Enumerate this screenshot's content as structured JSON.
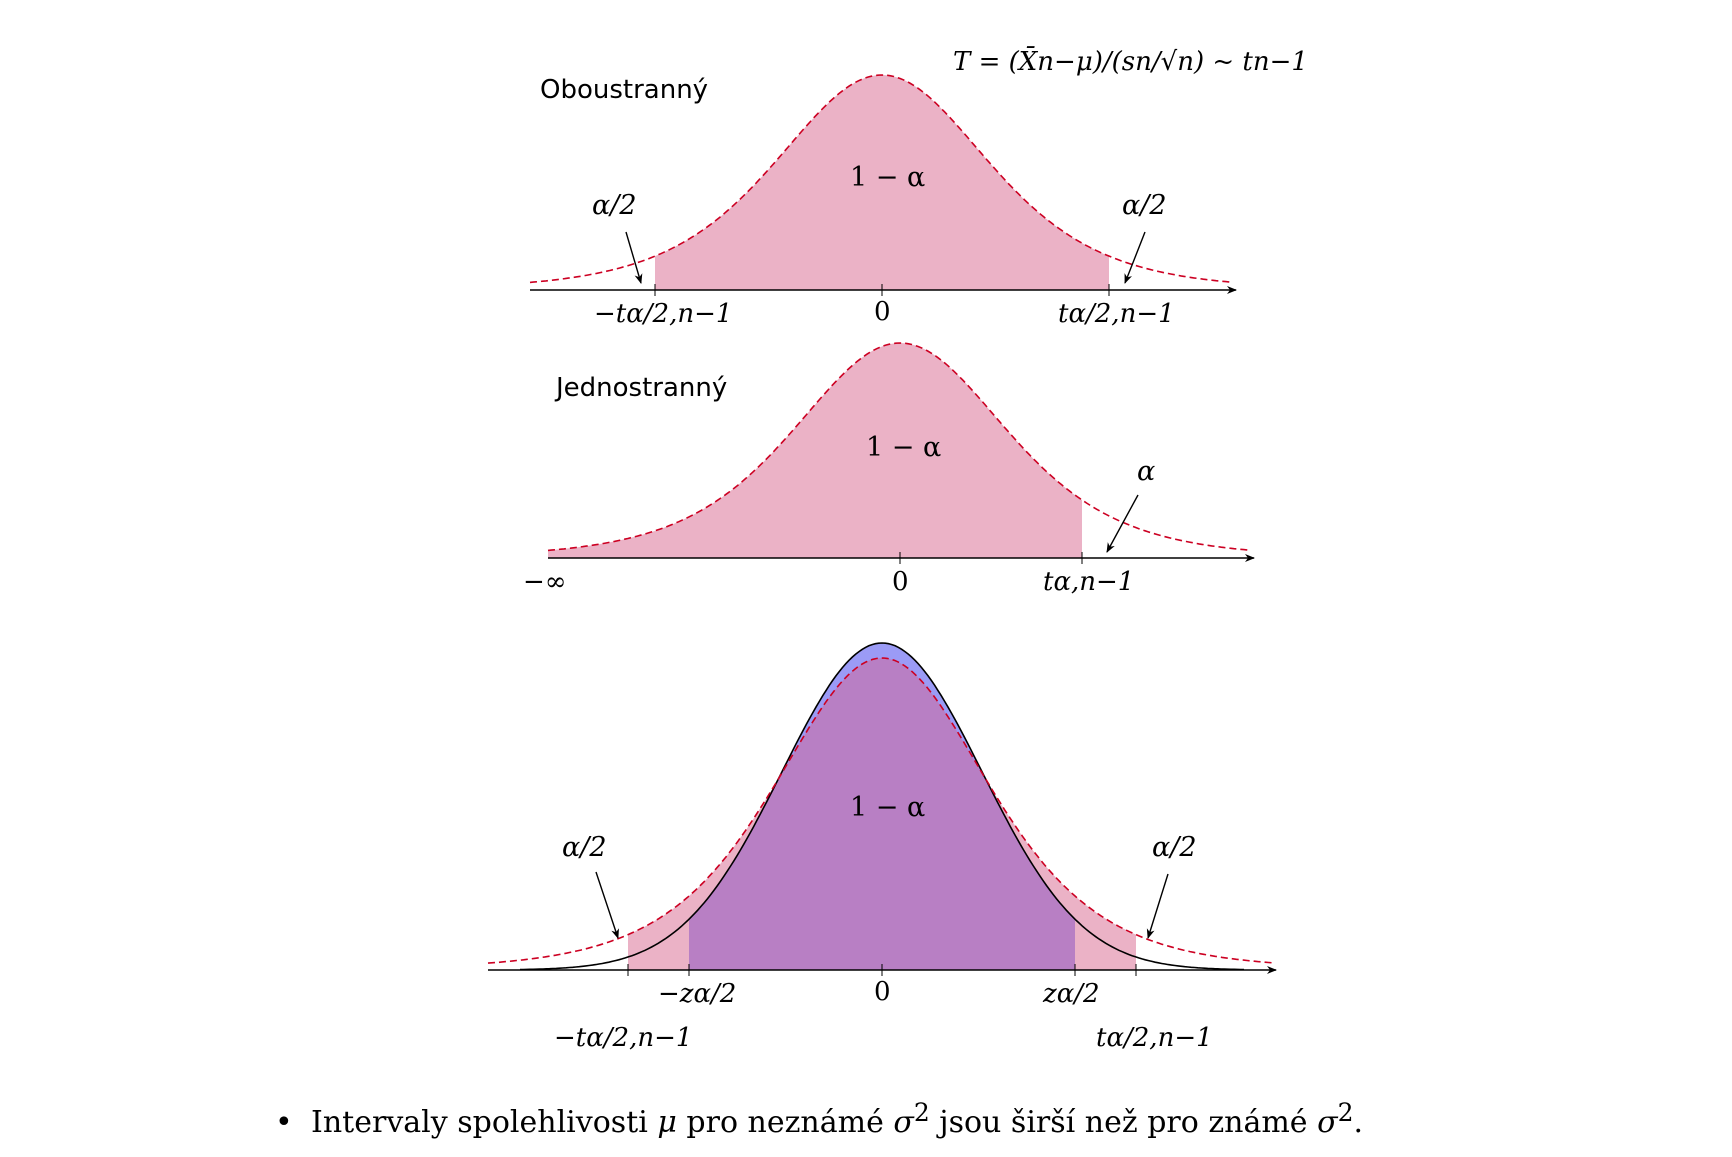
{
  "panel1": {
    "title": "Oboustranný",
    "center_label": "1 − α",
    "left_tail_label": "α/2",
    "right_tail_label": "α/2",
    "tick_left": "−tα/2,n−1",
    "tick_zero": "0",
    "tick_right": "tα/2,n−1",
    "statistic": "T = (X̄n−μ)/(sn/√n) ~ tn−1"
  },
  "panel2": {
    "title": "Jednostranný",
    "center_label": "1 − α",
    "tail_label": "α",
    "tick_left": "−∞",
    "tick_zero": "0",
    "tick_right": "tα,n−1"
  },
  "panel3": {
    "center_label": "1 − α",
    "left_tail_label": "α/2",
    "right_tail_label": "α/2",
    "tick_z_left": "−zα/2",
    "tick_zero": "0",
    "tick_z_right": "zα/2",
    "tick_t_left": "−tα/2,n−1",
    "tick_t_right": "tα/2,n−1"
  },
  "bullet": {
    "text_before_mu": "Intervaly spolehlivosti ",
    "mu": "μ",
    "text_mid1": " pro neznámé ",
    "sigma1": "σ",
    "sup1": "2",
    "text_mid2": " jsou širší než pro známé ",
    "sigma2": "σ",
    "sup2": "2",
    "text_end": "."
  },
  "colors": {
    "pink_fill": "#ebb2c6",
    "purple_fill": "#b87fc4",
    "blue_fill": "#9b9bf6",
    "dashed_red": "#cc0022",
    "axis": "#000000"
  }
}
